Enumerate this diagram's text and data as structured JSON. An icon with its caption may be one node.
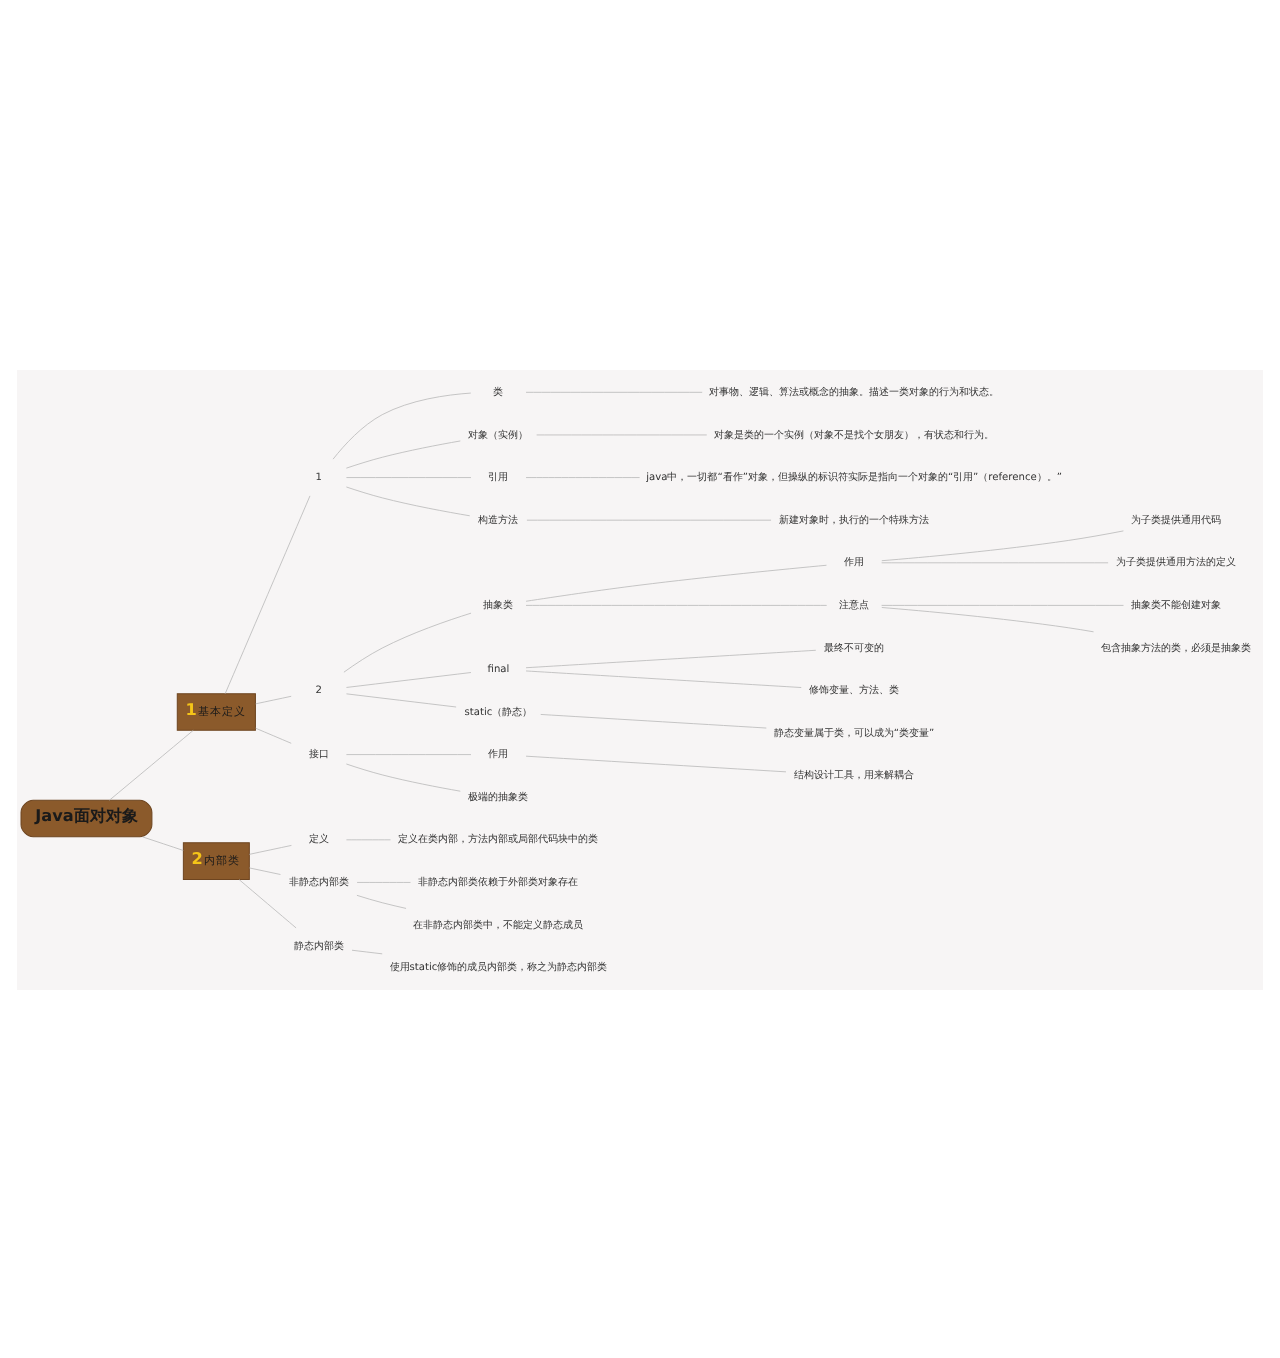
{
  "diagram": {
    "nodes": [
      {
        "text": [
          "Java面对对象"
        ]
      },
      {
        "text": [
          "1",
          "基本定义"
        ]
      },
      {
        "text": [
          "1"
        ]
      },
      {
        "text": [
          "类"
        ]
      },
      {
        "text": [
          "对事物、逻辑、算法或概念的抽象。描述一类对象的行为和状态。"
        ]
      },
      {
        "text": [
          "对象（实例）"
        ]
      },
      {
        "text": [
          "对象是类的一个实例（对象不是找个女朋友），有状态和行为。"
        ]
      },
      {
        "text": [
          "引用"
        ]
      },
      {
        "text": [
          "java中，一切都“看作”对象，但操纵的标识符实际是指向一个对象的“引用”（reference）。”"
        ]
      },
      {
        "text": [
          "构造方法"
        ]
      },
      {
        "text": [
          "新建对象时，执行的一个特殊方法"
        ]
      },
      {
        "text": [
          "2"
        ]
      },
      {
        "text": [
          "抽象类"
        ]
      },
      {
        "text": [
          "作用"
        ]
      },
      {
        "text": [
          "为子类提供通用代码"
        ]
      },
      {
        "text": [
          "为子类提供通用方法的定义"
        ]
      },
      {
        "text": [
          "注意点"
        ]
      },
      {
        "text": [
          "抽象类不能创建对象"
        ]
      },
      {
        "text": [
          "包含抽象方法的类，必须是抽象类"
        ]
      },
      {
        "text": [
          "final"
        ]
      },
      {
        "text": [
          "最终不可变的"
        ]
      },
      {
        "text": [
          "修饰变量、方法、类"
        ]
      },
      {
        "text": [
          "static（静态）"
        ]
      },
      {
        "text": [
          "静态变量属于类，可以成为“类变量”"
        ]
      },
      {
        "text": [
          "接口"
        ]
      },
      {
        "text": [
          "作用"
        ]
      },
      {
        "text": [
          "结构设计工具，用来解耦合"
        ]
      },
      {
        "text": [
          "极端的抽象类"
        ]
      },
      {
        "text": [
          "2",
          "内部类"
        ]
      },
      {
        "text": [
          "定义"
        ]
      },
      {
        "text": [
          "定义在类内部，方法内部或局部代码块中的类"
        ]
      },
      {
        "text": [
          "非静态内部类"
        ]
      },
      {
        "text": [
          "非静态内部类依赖于外部类对象存在"
        ]
      },
      {
        "text": [
          "在非静态内部类中，不能定义静态成员"
        ]
      },
      {
        "text": [
          "静态内部类"
        ]
      },
      {
        "text": [
          "使用static修饰的成员内部类，称之为静态内部类"
        ]
      }
    ],
    "edges": [
      {
        "from": 0,
        "to": 1,
        "arrow": "none"
      },
      {
        "from": 1,
        "to": 2,
        "arrow": "none"
      },
      {
        "from": 2,
        "to": 3,
        "arrow": "none"
      },
      {
        "from": 3,
        "to": 4,
        "arrow": "none"
      },
      {
        "from": 2,
        "to": 5,
        "arrow": "none"
      },
      {
        "from": 5,
        "to": 6,
        "arrow": "none"
      },
      {
        "from": 2,
        "to": 7,
        "arrow": "none"
      },
      {
        "from": 7,
        "to": 8,
        "arrow": "none"
      },
      {
        "from": 2,
        "to": 9,
        "arrow": "none"
      },
      {
        "from": 9,
        "to": 10,
        "arrow": "none"
      },
      {
        "from": 1,
        "to": 11,
        "arrow": "none"
      },
      {
        "from": 11,
        "to": 12,
        "arrow": "none"
      },
      {
        "from": 12,
        "to": 13,
        "arrow": "none"
      },
      {
        "from": 13,
        "to": 14,
        "arrow": "none"
      },
      {
        "from": 13,
        "to": 15,
        "arrow": "none"
      },
      {
        "from": 12,
        "to": 16,
        "arrow": "none"
      },
      {
        "from": 16,
        "to": 17,
        "arrow": "none"
      },
      {
        "from": 16,
        "to": 18,
        "arrow": "none"
      },
      {
        "from": 11,
        "to": 19,
        "arrow": "none"
      },
      {
        "from": 19,
        "to": 20,
        "arrow": "none"
      },
      {
        "from": 19,
        "to": 21,
        "arrow": "none"
      },
      {
        "from": 11,
        "to": 22,
        "arrow": "none"
      },
      {
        "from": 22,
        "to": 23,
        "arrow": "none"
      },
      {
        "from": 1,
        "to": 24,
        "arrow": "none"
      },
      {
        "from": 24,
        "to": 25,
        "arrow": "none"
      },
      {
        "from": 25,
        "to": 26,
        "arrow": "none"
      },
      {
        "from": 24,
        "to": 27,
        "arrow": "none"
      },
      {
        "from": 0,
        "to": 28,
        "arrow": "none"
      },
      {
        "from": 28,
        "to": 29,
        "arrow": "none"
      },
      {
        "from": 29,
        "to": 30,
        "arrow": "none"
      },
      {
        "from": 28,
        "to": 31,
        "arrow": "none"
      },
      {
        "from": 31,
        "to": 32,
        "arrow": "none"
      },
      {
        "from": 31,
        "to": 33,
        "arrow": "none"
      },
      {
        "from": 28,
        "to": 34,
        "arrow": "none"
      },
      {
        "from": 34,
        "to": 35,
        "arrow": "none"
      }
    ]
  }
}
